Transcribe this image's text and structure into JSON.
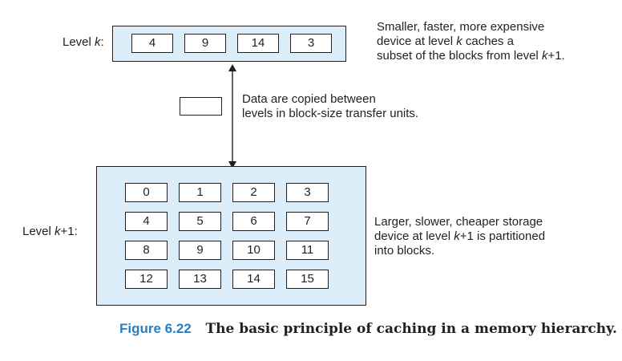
{
  "level_k": {
    "label_prefix": "Level ",
    "label_var": "k",
    "label_suffix": ":",
    "blocks": [
      "4",
      "9",
      "14",
      "3"
    ],
    "note_lines": [
      {
        "pre": "Smaller, faster, more expensive",
        "var": "",
        "post": ""
      },
      {
        "pre": "device at level ",
        "var": "k",
        "post": " caches a"
      },
      {
        "pre": "subset of the blocks from level ",
        "var": "k",
        "post": "+1."
      }
    ]
  },
  "transfer": {
    "note_lines": [
      "Data are copied between",
      "levels in block-size transfer units."
    ]
  },
  "level_k1": {
    "label_prefix": "Level ",
    "label_var": "k",
    "label_suffix": "+1:",
    "blocks": [
      "0",
      "1",
      "2",
      "3",
      "4",
      "5",
      "6",
      "7",
      "8",
      "9",
      "10",
      "11",
      "12",
      "13",
      "14",
      "15"
    ],
    "note_lines": [
      {
        "pre": "Larger, slower, cheaper storage",
        "var": "",
        "post": ""
      },
      {
        "pre": "device at level ",
        "var": "k",
        "post": "+1 is partitioned"
      },
      {
        "pre": "into blocks.",
        "var": "",
        "post": ""
      }
    ]
  },
  "caption": {
    "figure": "Figure 6.22",
    "text": "The basic principle of caching in a memory hierarchy."
  },
  "colors": {
    "panel_fill": "#dceef9",
    "caption_figure": "#2a7fc1"
  }
}
